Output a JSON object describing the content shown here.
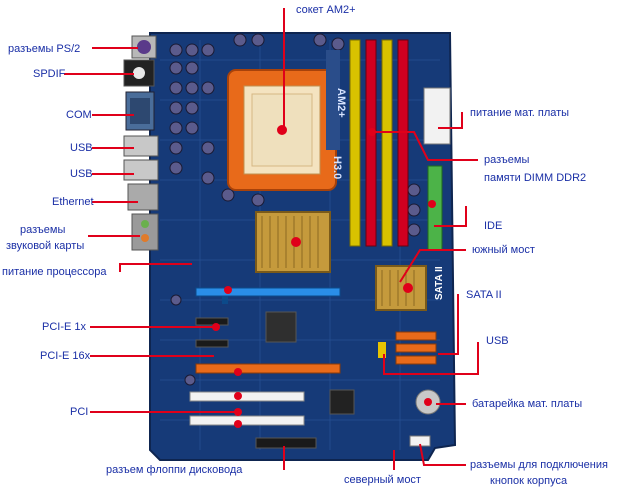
{
  "accent_color": "#e0001a",
  "label_color": "#1a2fa6",
  "labels": {
    "ps2": "разъемы PS/2",
    "spdif": "SPDIF",
    "com": "COM",
    "usb_top": "USB",
    "usb_mid": "USB",
    "ethernet": "Ethernet",
    "audio_line1": "разъемы",
    "audio_line2": "звуковой карты",
    "cpu_power": "питание процессора",
    "pcie1x": "PCI-E 1x",
    "pcie16x": "PCI-E 16x",
    "pci": "PCI",
    "floppy": "разъем флоппи дисковода",
    "socket": "сокет AM2+",
    "atx_power": "питание мат. платы",
    "dimm_line1": "разъемы",
    "dimm_line2": "памяти DIMM DDR2",
    "ide": "IDE",
    "southbridge": "южный мост",
    "sata": "SATA II",
    "usb_right": "USB",
    "battery": "батарейка мат. платы",
    "northbridge": "северный мост",
    "front_line1": "разъемы для подключения",
    "front_line2": "кнопок корпуса"
  },
  "board_text": {
    "socket_mark": "AM2+",
    "chipset_mark": "H3.0",
    "sata_mark": "SATA II"
  }
}
